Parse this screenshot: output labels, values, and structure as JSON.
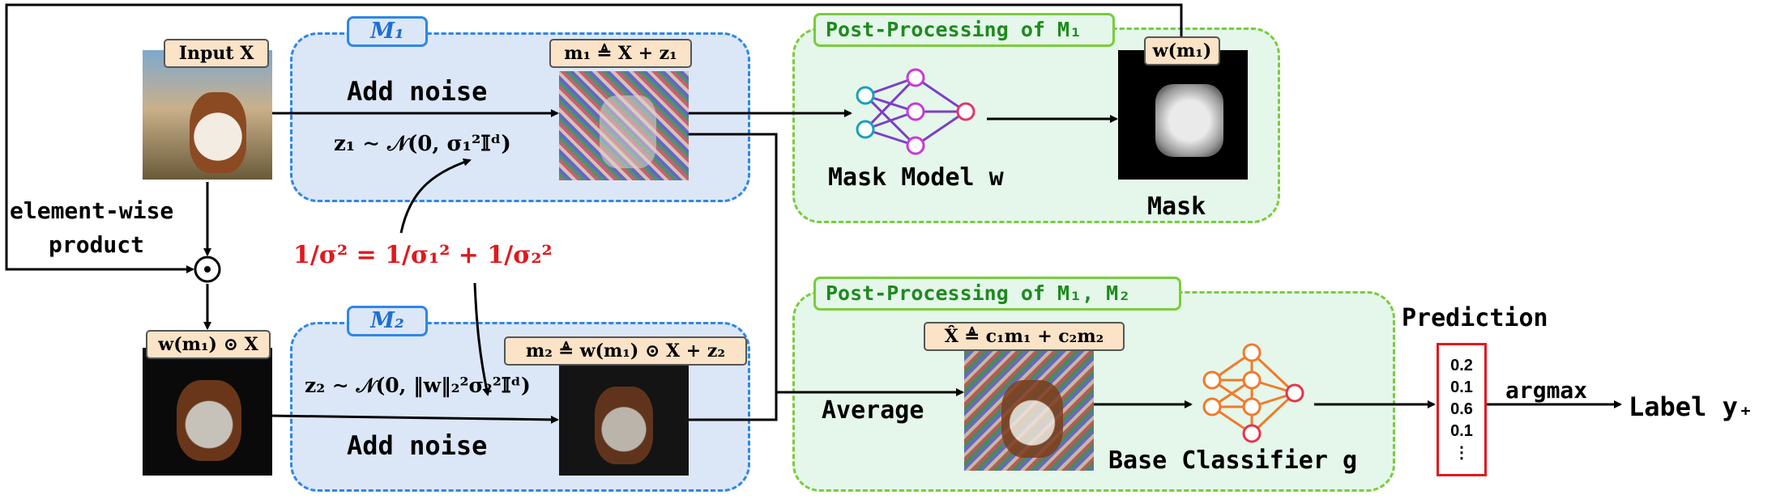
{
  "input_chip": "Input X",
  "m1_tag": "M₁",
  "m2_tag": "M₂",
  "m1_add_noise": "Add noise",
  "m1_noise_formula": "z₁ ∼ 𝒩(0, σ₁²𝕀ᵈ)",
  "m1_image_label": "m₁ ≜ X + z₁",
  "sigma_eq": "1/σ² = 1/σ₁² + 1/σ₂²",
  "element_wise_line1": "element-wise",
  "element_wise_line2": "product",
  "odot_symbol": "⊙",
  "masked_chip": "w(m₁) ⊙ X",
  "m2_noise_formula": "z₂ ∼ 𝒩(0, ‖w‖₂²σ₂²𝕀ᵈ)",
  "m2_add_noise": "Add noise",
  "m2_image_label": "m₂ ≜ w(m₁) ⊙ X + z₂",
  "post1_tag": "Post-Processing of M₁",
  "mask_model_label": "Mask Model w",
  "mask_chip": "w(m₁)",
  "mask_label": "Mask",
  "post2_tag": "Post-Processing of M₁, M₂",
  "xhat_chip": "X̂ ≜ c₁m₁ + c₂m₂",
  "average_label": "Average",
  "base_classifier_label": "Base Classifier g",
  "prediction_label": "Prediction",
  "prediction_values": [
    "0.2",
    "0.1",
    "0.6",
    "0.1",
    "⋮"
  ],
  "argmax_label": "argmax",
  "output_label": "Label y₊",
  "colors": {
    "blue_region": "#dbe7f7",
    "blue_border": "#2f86e8",
    "green_region": "#e4f7ea",
    "green_border": "#7acc3a",
    "red": "#e0191f",
    "chip": "#fbe3c8"
  },
  "icons": [
    "neural-network-icon-purple",
    "neural-network-icon-orange",
    "odot-operator-icon"
  ]
}
